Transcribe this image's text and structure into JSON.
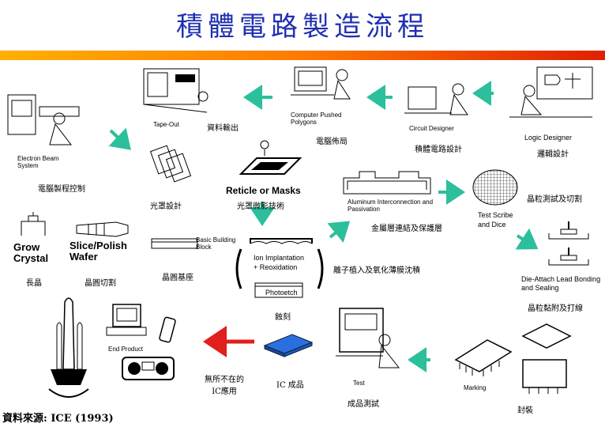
{
  "title": "積體電路製造流程",
  "source": "資料來源: ICE (1993)",
  "steps": {
    "tape_out": {
      "en": "Tape-Out",
      "zh": "資料輸出"
    },
    "computer_polygons": {
      "en": "Computer Pushed Polygons",
      "zh": "電腦佈局"
    },
    "circuit_designer": {
      "en": "Circuit Designer",
      "zh": "積體電路設計"
    },
    "logic_designer": {
      "en": "Logic Designer",
      "zh": "邏輯設計"
    },
    "electron_beam": {
      "en": "Electron Beam System",
      "zh": "電腦製程控制"
    },
    "mask_design": {
      "zh": "光罩設計"
    },
    "reticle": {
      "en": "Reticle or Masks",
      "zh": "光罩微影技術"
    },
    "aluminum": {
      "en": "Aluminum Interconnection and Passivation",
      "zh": "金屬層連結及保護層"
    },
    "test_scribe": {
      "en": "Test Scribe and Dice",
      "zh": "晶粒測試及切割"
    },
    "grow_crystal": {
      "en": "Grow Crystal",
      "zh": "長晶"
    },
    "slice_polish": {
      "en": "Slice/Polish Wafer",
      "zh": "晶圓切割"
    },
    "basic_block": {
      "en": "Basic Building Block",
      "zh": "晶圓基座"
    },
    "ion_implant": {
      "en1": "Ion Implantation",
      "en2": "+ Reoxidation",
      "en3": "Photoetch",
      "zh": "蝕刻"
    },
    "ion_zh": {
      "zh": "離子植入及氧化薄膜沈積"
    },
    "die_attach": {
      "en": "Die-Attach Lead Bonding and Sealing",
      "zh": "晶粒黏附及打線"
    },
    "end_product": {
      "en": "End Product",
      "zh": "無所不在的 IC應用"
    },
    "ic_product": {
      "zh": "IC 成品"
    },
    "test": {
      "en": "Test",
      "zh": "成品測試"
    },
    "marking": {
      "en": "Marking",
      "zh": "封裝"
    }
  },
  "colors": {
    "arrow": "#2bbf9c",
    "title": "#1f2fb0",
    "red_arrow": "#e0201c"
  }
}
